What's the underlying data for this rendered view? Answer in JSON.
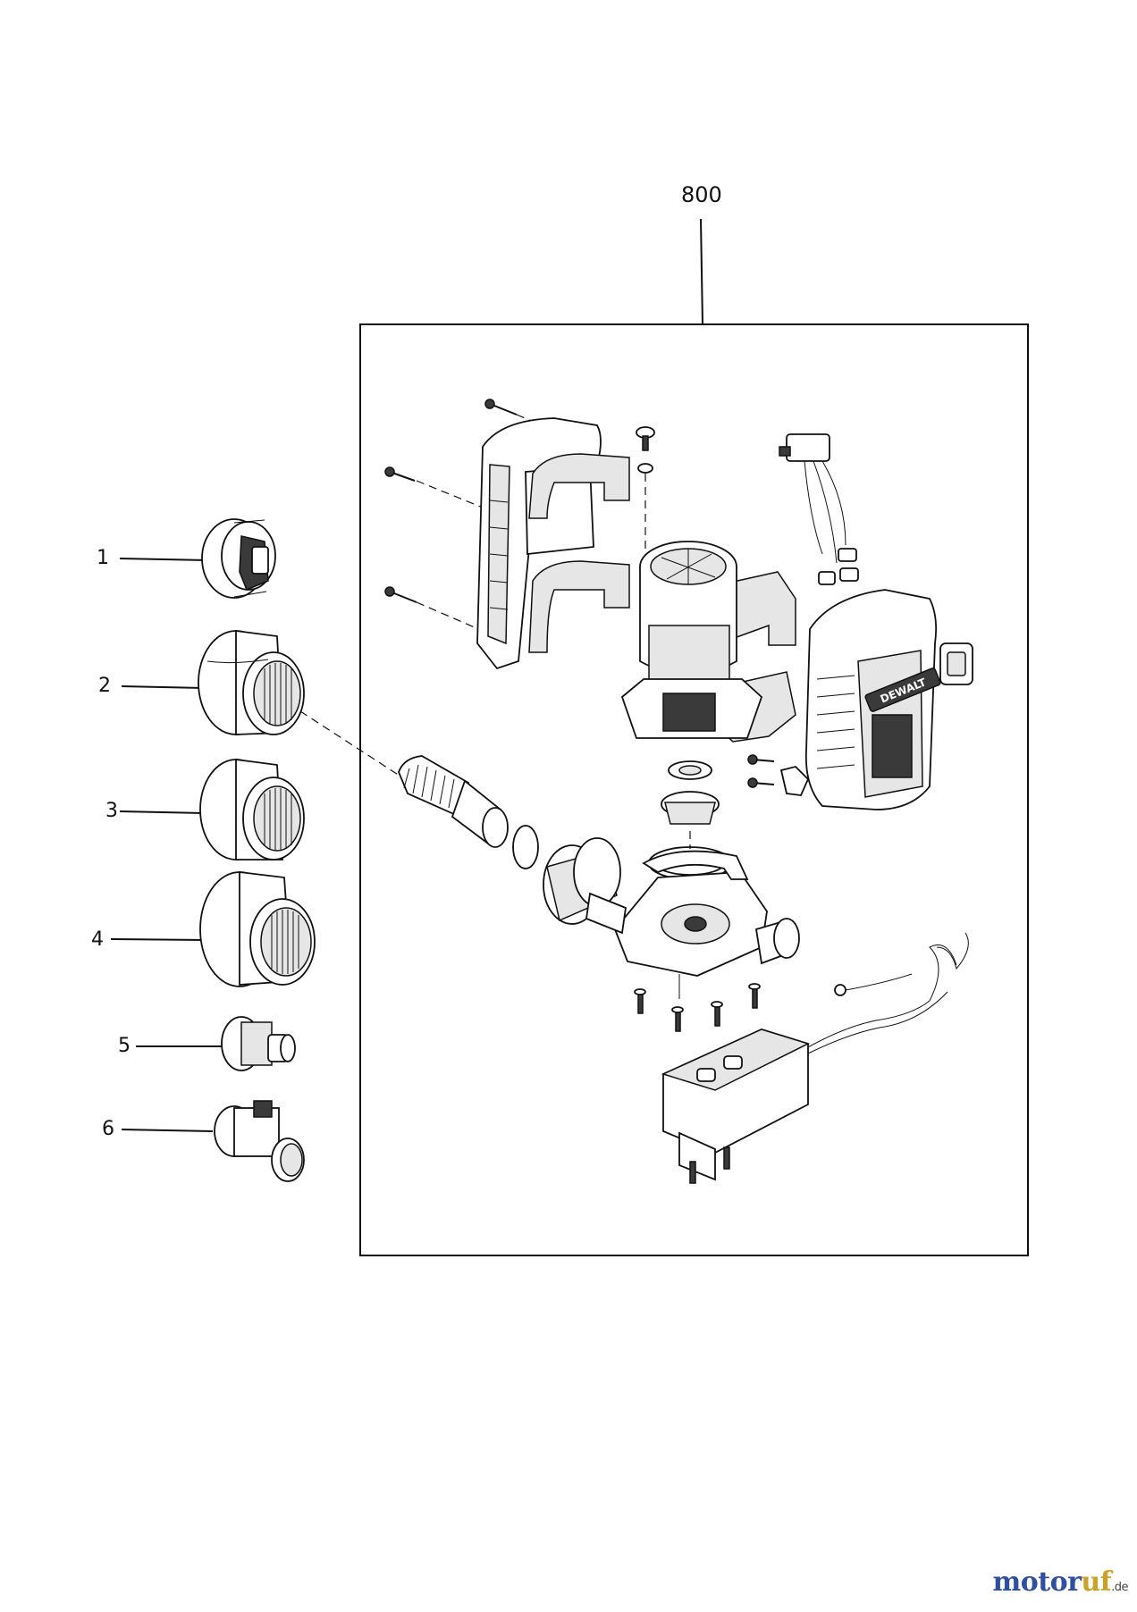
{
  "diagram": {
    "assembly_label": "800",
    "callouts": [
      "1",
      "2",
      "3",
      "4",
      "5",
      "6"
    ],
    "logo_text": "DEWALT"
  },
  "watermark": {
    "brand_main": "motor",
    "brand_accent": "uf",
    "brand_suffix": ".de"
  }
}
